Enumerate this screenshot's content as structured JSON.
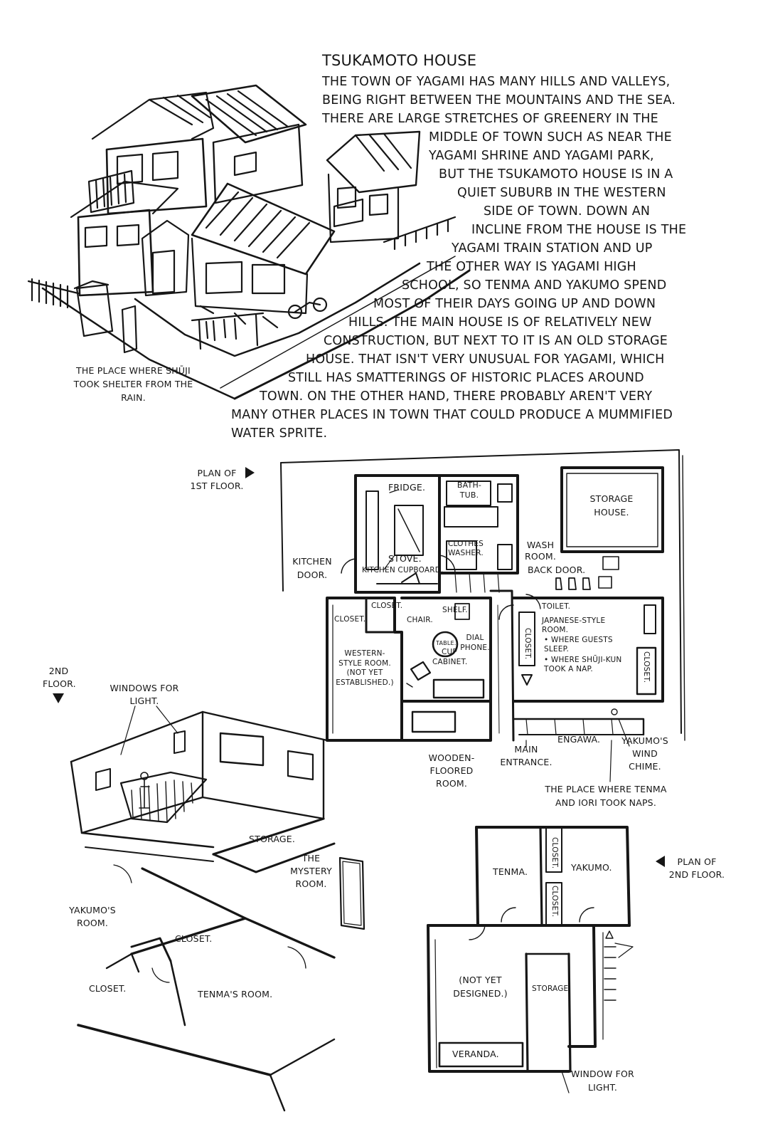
{
  "title": "TSUKAMOTO HOUSE",
  "paragraph_lines": [
    "THE TOWN OF YAGAMI HAS MANY HILLS AND VALLEYS,",
    "BEING RIGHT BETWEEN THE MOUNTAINS AND THE SEA.",
    "THERE ARE LARGE STRETCHES OF GREENERY IN THE",
    "MIDDLE OF TOWN SUCH AS NEAR THE",
    "YAGAMI SHRINE AND YAGAMI PARK,",
    "BUT THE TSUKAMOTO HOUSE IS IN A",
    "QUIET SUBURB IN THE WESTERN",
    "SIDE OF TOWN. DOWN AN",
    "INCLINE FROM THE HOUSE IS THE",
    "YAGAMI TRAIN STATION AND UP",
    "THE OTHER WAY IS YAGAMI HIGH",
    "SCHOOL, SO TENMA AND YAKUMO SPEND",
    "MOST OF THEIR DAYS GOING UP AND DOWN",
    "HILLS. THE MAIN HOUSE IS OF RELATIVELY NEW",
    "CONSTRUCTION, BUT NEXT TO IT IS AN OLD STORAGE",
    "HOUSE. THAT ISN'T VERY UNUSUAL FOR YAGAMI, WHICH",
    "STILL HAS SMATTERINGS OF HISTORIC PLACES AROUND",
    "TOWN. ON THE OTHER HAND, THERE PROBABLY AREN'T VERY",
    "MANY OTHER PLACES IN TOWN THAT COULD PRODUCE A MUMMIFIED",
    "WATER SPRITE."
  ],
  "exterior_label": "THE PLACE WHERE SHŪJI TOOK SHELTER FROM THE RAIN.",
  "first_floor": {
    "caption": "PLAN OF 1ST FLOOR.",
    "fridge": "FRIDGE.",
    "bathtub": "BATH-TUB.",
    "storage_house": "STORAGE HOUSE.",
    "clothes_washer": "CLOTHES WASHER.",
    "wash_room": "WASH ROOM.",
    "stove": "STOVE.",
    "kitchen_door": "KITCHEN DOOR.",
    "kitchen_cupboard": "KITCHEN CUPBOARD.",
    "back_door": "BACK DOOR.",
    "closet_a": "CLOSET.",
    "closet_b": "CLOSET.",
    "shelf": "SHELF.",
    "toilet": "TOILET.",
    "chair": "CHAIR.",
    "table": "TABLE.",
    "dial_phone": "DIAL PHONE.",
    "closet_vertical": "CLOSET.",
    "closet_right": "CLOSET.",
    "japanese_room": "JAPANESE-STYLE ROOM.",
    "japanese_note_1": "• WHERE GUESTS SLEEP.",
    "japanese_note_2": "• WHERE SHŪJI-KUN TOOK A NAP.",
    "western_room": "WESTERN-STYLE ROOM. (NOT YET ESTABLISHED.)",
    "cup_cabinet": "CUP CABINET.",
    "wooden_floored_room": "WOODEN-FLOORED ROOM.",
    "main_entrance": "MAIN ENTRANCE.",
    "engawa": "ENGAWA.",
    "wind_chime": "YAKUMO'S WIND CHIME.",
    "nap_place": "THE PLACE WHERE TENMA AND IORI TOOK NAPS."
  },
  "second_floor_view": {
    "caption": "2ND FLOOR.",
    "windows_for_light": "WINDOWS FOR LIGHT.",
    "storage": "STORAGE.",
    "mystery_room": "THE MYSTERY ROOM.",
    "yakumos_room": "YAKUMO'S ROOM.",
    "closet_1": "CLOSET.",
    "closet_2": "CLOSET.",
    "tenmas_room": "TENMA'S ROOM."
  },
  "second_floor_plan": {
    "caption": "PLAN OF 2ND FLOOR.",
    "tenma": "TENMA.",
    "yakumo": "YAKUMO.",
    "closet_top": "CLOSET.",
    "closet_bottom": "CLOSET.",
    "not_yet_designed": "(NOT YET DESIGNED.)",
    "storage": "STORAGE.",
    "veranda": "VERANDA.",
    "window_for_light": "WINDOW FOR LIGHT."
  },
  "icons": [
    "pointer-right-icon",
    "pointer-down-icon",
    "pointer-left-icon"
  ],
  "ink_color": "#161616",
  "paper_color": "#ffffff"
}
